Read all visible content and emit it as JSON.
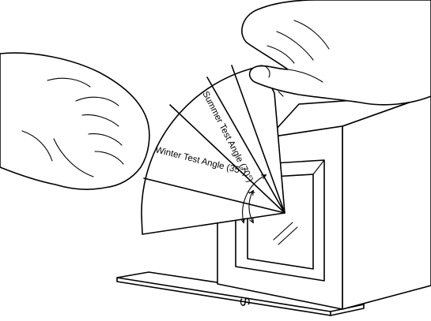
{
  "labels": {
    "summer_angle": "Summer Test Angle (70°)",
    "winter_angle": "Winter Test Angle (35°)",
    "compass_direction": "S"
  },
  "angles": {
    "summer_degrees": 70,
    "winter_degrees": 35
  }
}
